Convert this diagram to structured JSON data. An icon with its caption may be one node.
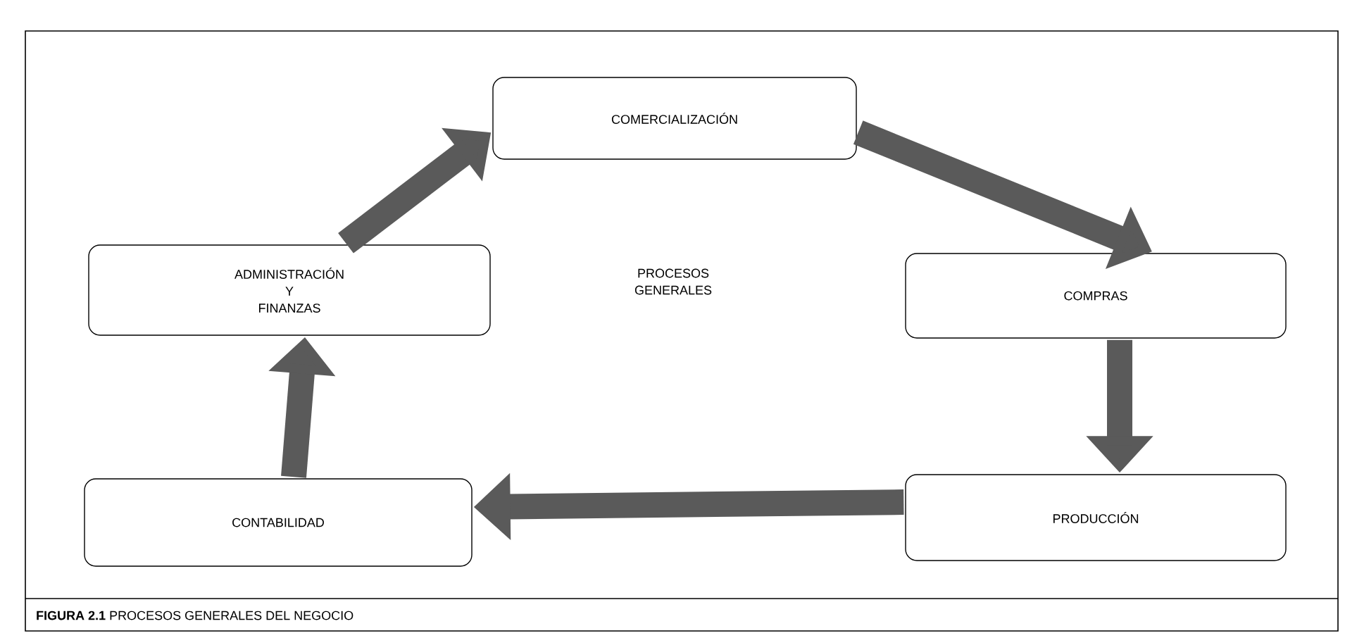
{
  "diagram": {
    "caption": "**FIGURA 2.1** PROCESOS GENERALES DEL NEGOCIO",
    "nodes": [
      {
        "text": [
          "COMERCIALIZACIÓN"
        ]
      },
      {
        "text": [
          "COMPRAS"
        ]
      },
      {
        "text": [
          "PRODUCCIÓN"
        ]
      },
      {
        "text": [
          "CONTABILIDAD"
        ]
      },
      {
        "text": [
          "ADMINISTRACIÓN Y FINANZAS"
        ]
      }
    ],
    "edges": [
      {
        "from": 4,
        "to": 0,
        "arrow": "to"
      },
      {
        "from": 0,
        "to": 1,
        "arrow": "to"
      },
      {
        "from": 1,
        "to": 2,
        "arrow": "to"
      },
      {
        "from": 2,
        "to": 3,
        "arrow": "to"
      },
      {
        "from": 3,
        "to": 4,
        "arrow": "to"
      }
    ],
    "labels": [
      "PROCESOS GENERALES"
    ]
  }
}
